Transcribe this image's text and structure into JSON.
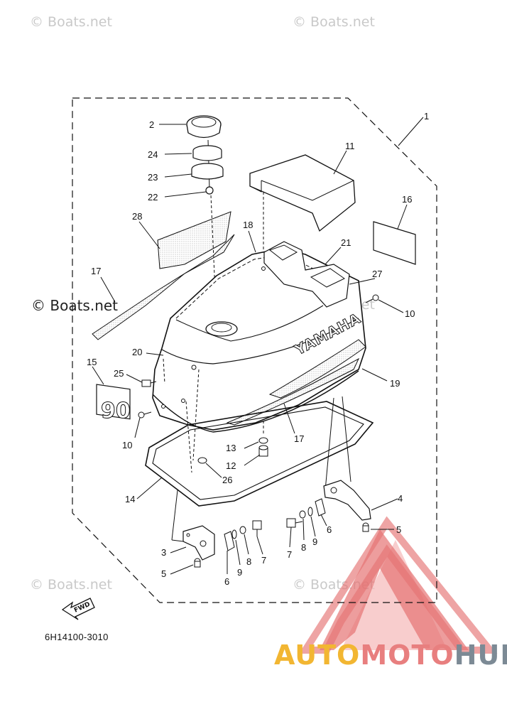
{
  "watermarks": [
    "© Boats.net",
    "© Boats.net",
    "© Boats.net",
    "© Boats.net",
    "© Boats.net",
    "© Boats.net"
  ],
  "diagram_code": "6H14100-3010",
  "brand_lettering": "YAMAHA",
  "decal_number": "90",
  "fwd_label": "FWD",
  "logo": {
    "part1": "AUTO",
    "part2": "MOTO",
    "part3": "HUB",
    "color1": "#f2b632",
    "color2": "#e87f7f",
    "color3": "#7c8a95"
  },
  "callouts": [
    "1",
    "2",
    "24",
    "23",
    "22",
    "11",
    "16",
    "28",
    "18",
    "21",
    "17",
    "27",
    "10",
    "20",
    "15",
    "25",
    "19",
    "10",
    "17",
    "13",
    "12",
    "26",
    "14",
    "4",
    "5",
    "3",
    "6",
    "9",
    "8",
    "7",
    "7",
    "8",
    "9",
    "6",
    "5"
  ]
}
